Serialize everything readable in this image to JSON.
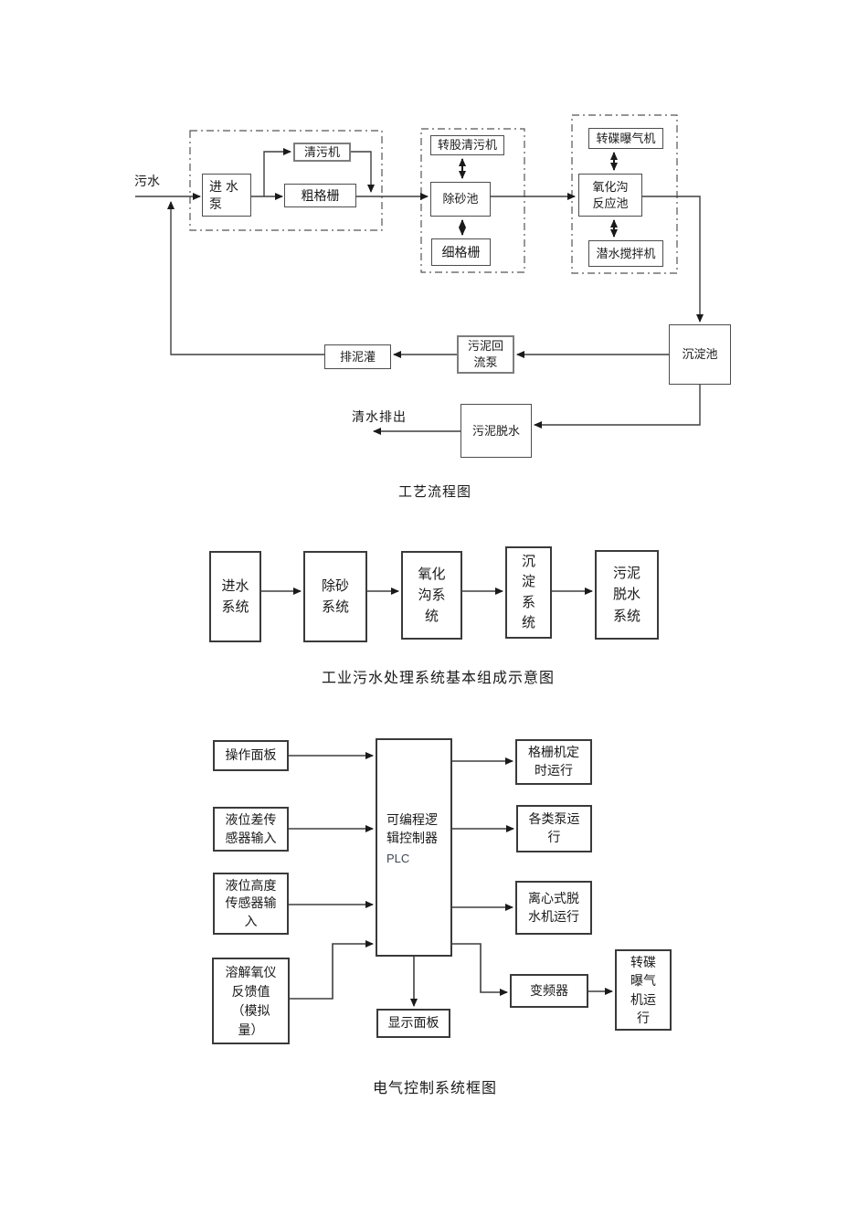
{
  "colors": {
    "line": "#3f3f3f",
    "border": "#3a3a3a",
    "text": "#1a1a1a"
  },
  "diagram1": {
    "caption": "工艺流程图",
    "labels": {
      "inflow": "污水",
      "outflow": "清水排出"
    },
    "boxes": {
      "intake_pump": "进 水\n泵",
      "trash_cleaner": "清污机",
      "coarse_screen": "粗格栅",
      "drum_cleaner": "转股清污机",
      "grit_chamber": "除砂池",
      "fine_screen": "细格栅",
      "disc_aerator": "转碟曝气机",
      "oxidation_ditch": "氧化沟\n反应池",
      "submersible_mixer": "潜水搅拌机",
      "sedimentation_tank": "沉淀池",
      "sludge_return_pump": "污泥回\n流泵",
      "sludge_discharge_tank": "排泥灌",
      "sludge_dewatering": "污泥脱水"
    }
  },
  "diagram2": {
    "caption": "工业污水处理系统基本组成示意图",
    "boxes": {
      "intake_system": "进水\n系统",
      "desanding_system": "除砂\n系统",
      "oxidation_ditch_system": "氧化\n沟系\n统",
      "sedimentation_system": "沉\n淀\n系\n统",
      "sludge_dewatering_system": "污泥\n脱水\n系统"
    }
  },
  "diagram3": {
    "caption": "电气控制系统框图",
    "boxes": {
      "operation_panel": "操作面板",
      "level_diff_sensor": "液位差传\n感器输入",
      "level_height_sensor": "液位高度\n传感器输\n入",
      "dissolved_oxygen_feedback": "溶解氧仪\n反馈值\n（模拟\n量）",
      "plc_title": "可编程逻\n辑控制器",
      "plc_sub": "PLC",
      "screen_machine_timed": "格栅机定\n时运行",
      "pumps_operation": "各类泵运\n行",
      "centrifugal_dewatering": "离心式脱\n水机运行",
      "frequency_converter": "变频器",
      "disc_aerator_operation": "转碟\n曝气\n机运\n行",
      "display_panel": "显示面板"
    }
  }
}
